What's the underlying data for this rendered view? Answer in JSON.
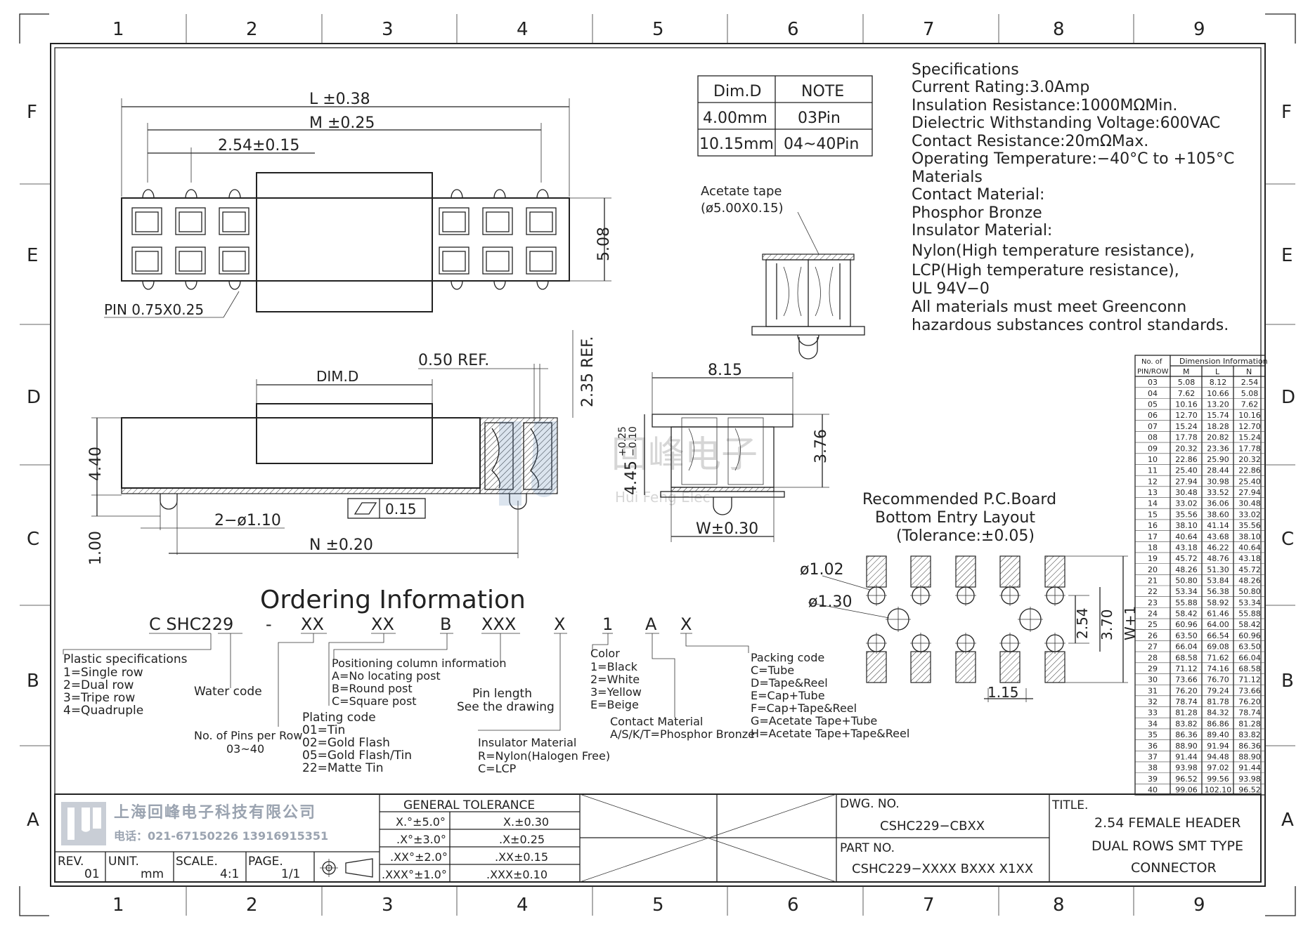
{
  "border": {
    "columns": [
      "1",
      "2",
      "3",
      "4",
      "5",
      "6",
      "7",
      "8",
      "9"
    ],
    "rows": [
      "F",
      "E",
      "D",
      "C",
      "B",
      "A"
    ]
  },
  "specifications": {
    "lines": [
      "Specifications",
      "Current  Rating:3.0Amp",
      "Insulation  Resistance:1000MΩMin.",
      "Dielectric  Withstanding  Voltage:600VAC",
      "Contact  Resistance:20mΩMax.",
      "Operating  Temperature:−40°C  to  +105°C",
      "Materials",
      "Contact  Material:",
      "Phosphor  Bronze",
      "Insulator  Material:",
      "Nylon(High  temperature  resistance),",
      "LCP(High  temperature  resistance),",
      "UL  94V−0",
      "All  materials  must  meet  Greenconn",
      "hazardous  substances  control  standards."
    ]
  },
  "dim_note_table": {
    "headers": [
      "Dim.D",
      "NOTE"
    ],
    "rows": [
      [
        "4.00mm",
        "03Pin"
      ],
      [
        "10.15mm",
        "04~40Pin"
      ]
    ]
  },
  "top_view": {
    "dim_L": "L  ±0.38",
    "dim_M": "M  ±0.25",
    "dim_pitch": "2.54±0.15",
    "dim_height": "5.08",
    "pin_label": "PIN  0.75X0.25"
  },
  "side_view": {
    "dim_d": "DIM.D",
    "ref_050": "0.50  REF.",
    "ref_235": "2.35  REF.",
    "dim_440": "4.40",
    "dim_100": "1.00",
    "flatness": "0.15",
    "holes": "2−ø1.10",
    "dim_N": "N  ±0.20"
  },
  "end_view": {
    "dim_815": "8.15",
    "dim_445": "4.45",
    "dim_445_tol_upper": "+0.25",
    "dim_445_tol_lower": "−0.10",
    "dim_376": "3.76",
    "dim_W": "W±0.30"
  },
  "tape_view": {
    "label1": "Acetate  tape",
    "label2": "(ø5.00X0.15)"
  },
  "pcb_layout": {
    "title1": "Recommended  P.C.Board",
    "title2": "Bottom  Entry  Layout",
    "title3": "(Tolerance:±0.05)",
    "d102": "ø1.02",
    "d130": "ø1.30",
    "d254": "2.54",
    "d370": "3.70",
    "dW1": "W+1",
    "d115": "1.15"
  },
  "ordering": {
    "title": "Ordering  Information",
    "code_parts": [
      "C SHC229",
      "-",
      "XX",
      "XX",
      "B",
      "XXX",
      "X",
      "1",
      "A",
      "X"
    ],
    "plastic": [
      "Plastic  specifications",
      "1=Single  row",
      "2=Dual  row",
      "3=Tripe  row",
      "4=Quadruple"
    ],
    "water": [
      "Water  code"
    ],
    "pins": [
      "No.  of  Pins  per  Row",
      "03~40"
    ],
    "positioning": [
      "Positioning  column  information",
      "A=No  locating  post",
      "B=Round  post",
      "C=Square  post"
    ],
    "plating": [
      "Plating  code",
      "01=Tin",
      "02=Gold  Flash",
      "05=Gold  Flash/Tin",
      "22=Matte  Tin"
    ],
    "pinlength": [
      "Pin  length",
      "See  the  drawing"
    ],
    "insulator": [
      "Insulator  Material",
      "R=Nylon(Halogen  Free)",
      "C=LCP"
    ],
    "color": [
      "Color",
      "1=Black",
      "2=White",
      "3=Yellow",
      "E=Beige"
    ],
    "contact": [
      "Contact  Material",
      "A/S/K/T=Phosphor  Bronze"
    ],
    "packing": [
      "Packing  code",
      "C=Tube",
      "D=Tape&Reel",
      "E=Cap+Tube",
      "F=Cap+Tape&Reel",
      "G=Acetate  Tape+Tube",
      "H=Acetate  Tape+Tape&Reel"
    ]
  },
  "dimension_table": {
    "header_col1_a": "No.  of",
    "header_col1_b": "PIN/ROW",
    "header_group": "Dimension  Information",
    "header_cols": [
      "M",
      "L",
      "N"
    ],
    "rows": [
      [
        "03",
        "5.08",
        "8.12",
        "2.54"
      ],
      [
        "04",
        "7.62",
        "10.66",
        "5.08"
      ],
      [
        "05",
        "10.16",
        "13.20",
        "7.62"
      ],
      [
        "06",
        "12.70",
        "15.74",
        "10.16"
      ],
      [
        "07",
        "15.24",
        "18.28",
        "12.70"
      ],
      [
        "08",
        "17.78",
        "20.82",
        "15.24"
      ],
      [
        "09",
        "20.32",
        "23.36",
        "17.78"
      ],
      [
        "10",
        "22.86",
        "25.90",
        "20.32"
      ],
      [
        "11",
        "25.40",
        "28.44",
        "22.86"
      ],
      [
        "12",
        "27.94",
        "30.98",
        "25.40"
      ],
      [
        "13",
        "30.48",
        "33.52",
        "27.94"
      ],
      [
        "14",
        "33.02",
        "36.06",
        "30.48"
      ],
      [
        "15",
        "35.56",
        "38.60",
        "33.02"
      ],
      [
        "16",
        "38.10",
        "41.14",
        "35.56"
      ],
      [
        "17",
        "40.64",
        "43.68",
        "38.10"
      ],
      [
        "18",
        "43.18",
        "46.22",
        "40.64"
      ],
      [
        "19",
        "45.72",
        "48.76",
        "43.18"
      ],
      [
        "20",
        "48.26",
        "51.30",
        "45.72"
      ],
      [
        "21",
        "50.80",
        "53.84",
        "48.26"
      ],
      [
        "22",
        "53.34",
        "56.38",
        "50.80"
      ],
      [
        "23",
        "55.88",
        "58.92",
        "53.34"
      ],
      [
        "24",
        "58.42",
        "61.46",
        "55.88"
      ],
      [
        "25",
        "60.96",
        "64.00",
        "58.42"
      ],
      [
        "26",
        "63.50",
        "66.54",
        "60.96"
      ],
      [
        "27",
        "66.04",
        "69.08",
        "63.50"
      ],
      [
        "28",
        "68.58",
        "71.62",
        "66.04"
      ],
      [
        "29",
        "71.12",
        "74.16",
        "68.58"
      ],
      [
        "30",
        "73.66",
        "76.70",
        "71.12"
      ],
      [
        "31",
        "76.20",
        "79.24",
        "73.66"
      ],
      [
        "32",
        "78.74",
        "81.78",
        "76.20"
      ],
      [
        "33",
        "81.28",
        "84.32",
        "78.74"
      ],
      [
        "34",
        "83.82",
        "86.86",
        "81.28"
      ],
      [
        "35",
        "86.36",
        "89.40",
        "83.82"
      ],
      [
        "36",
        "88.90",
        "91.94",
        "86.36"
      ],
      [
        "37",
        "91.44",
        "94.48",
        "88.90"
      ],
      [
        "38",
        "93.98",
        "97.02",
        "91.44"
      ],
      [
        "39",
        "96.52",
        "99.56",
        "93.98"
      ],
      [
        "40",
        "99.06",
        "102.10",
        "96.52"
      ]
    ]
  },
  "watermark": {
    "cn": "回峰电子",
    "en": "Hui Feng  Elec"
  },
  "title_block": {
    "company_cn": "上海回峰电子科技有限公司",
    "phone": "电话：021-67150226  13916915351",
    "rev_label": "REV.",
    "rev_value": "01",
    "unit_label": "UNIT.",
    "unit_value": "mm",
    "scale_label": "SCALE.",
    "scale_value": "4:1",
    "page_label": "PAGE.",
    "page_value": "1/1",
    "tolerance_title": "GENERAL  TOLERANCE",
    "tolerances": [
      [
        "X.°±5.0°",
        "X.±0.30"
      ],
      [
        ".X°±3.0°",
        ".X±0.25"
      ],
      [
        ".XX°±2.0°",
        ".XX±0.15"
      ],
      [
        ".XXX°±1.0°",
        ".XXX±0.10"
      ]
    ],
    "dwg_label": "DWG.  NO.",
    "dwg_value": "CSHC229−CBXX",
    "part_label": "PART  NO.",
    "part_value": "CSHC229−XXXX  BXXX  X1XX",
    "title_label": "TITLE.",
    "title_lines": [
      "2.54  FEMALE  HEADER",
      "DUAL  ROWS  SMT  TYPE",
      "CONNECTOR"
    ]
  }
}
